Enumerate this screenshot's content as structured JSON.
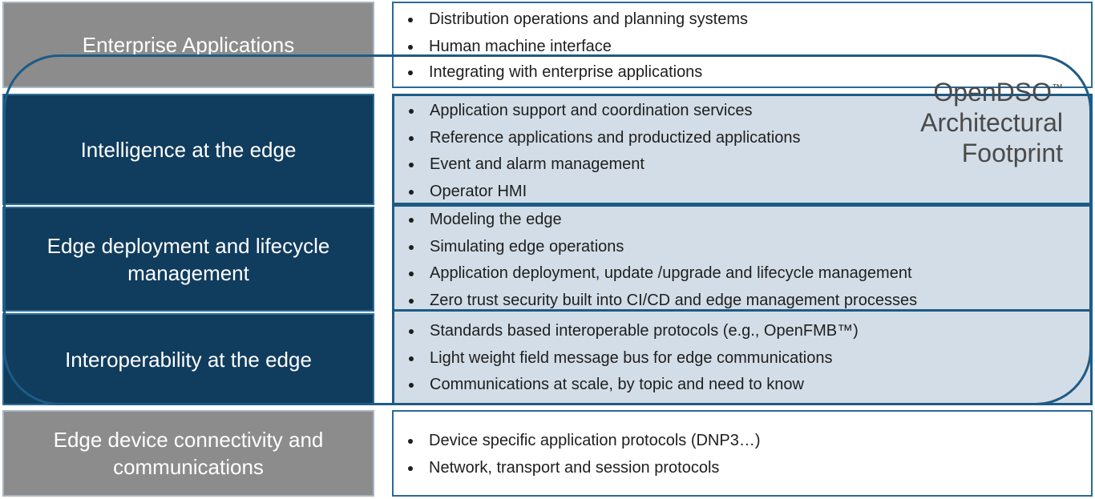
{
  "layers": [
    {
      "label": "Enterprise Applications",
      "items": [
        "Distribution operations and planning systems",
        "Human machine interface",
        "Integrating with enterprise applications"
      ]
    },
    {
      "label": "Intelligence at the edge",
      "items": [
        "Application support and coordination services",
        "Reference applications and productized applications",
        "Event and alarm management",
        "Operator HMI"
      ]
    },
    {
      "label": "Edge deployment and lifecycle management",
      "items": [
        "Modeling the edge",
        "Simulating edge operations",
        "Application deployment, update /upgrade and lifecycle management",
        "Zero trust security built into CI/CD and edge management processes"
      ]
    },
    {
      "label": "Interoperability at the edge",
      "items": [
        "Standards based interoperable protocols (e.g., OpenFMB™)",
        "Light weight field message bus for edge communications",
        "Communications at scale, by topic and need to know"
      ]
    },
    {
      "label": "Edge device connectivity and communications",
      "items": [
        "Device specific application protocols (DNP3…)",
        "Network, transport and session protocols"
      ]
    }
  ],
  "footprint": {
    "line1": "OpenDSO",
    "tm": "™",
    "line2": "Architectural",
    "line3": "Footprint"
  },
  "colors": {
    "gray": "#8c8c8c",
    "navy": "#103c5e",
    "outline": "#1d5b86",
    "tint": "#d3dde7"
  }
}
